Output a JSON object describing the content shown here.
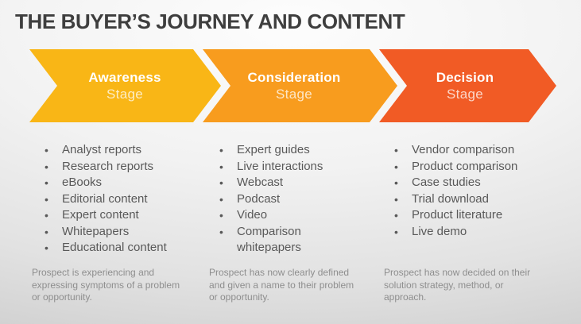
{
  "title": "THE BUYER’S JOURNEY AND CONTENT",
  "stages": [
    {
      "name": "Awareness",
      "stage_label": "Stage",
      "color": "#F9B616",
      "items": [
        "Analyst reports",
        "Research reports",
        "eBooks",
        "Editorial content",
        "Expert content",
        "Whitepapers",
        "Educational content"
      ],
      "description": "Prospect is experiencing and expressing symptoms of a problem or opportunity."
    },
    {
      "name": "Consideration",
      "stage_label": "Stage",
      "color": "#F89C1E",
      "items": [
        "Expert guides",
        "Live interactions",
        "Webcast",
        "Podcast",
        "Video",
        "Comparison whitepapers"
      ],
      "description": "Prospect has now clearly defined and given a name to their problem or opportunity."
    },
    {
      "name": "Decision",
      "stage_label": "Stage",
      "color": "#F15B25",
      "items": [
        "Vendor comparison",
        "Product comparison",
        "Case studies",
        "Trial download",
        "Product literature",
        "Live demo"
      ],
      "description": "Prospect has now decided on their solution strategy, method, or approach."
    }
  ]
}
